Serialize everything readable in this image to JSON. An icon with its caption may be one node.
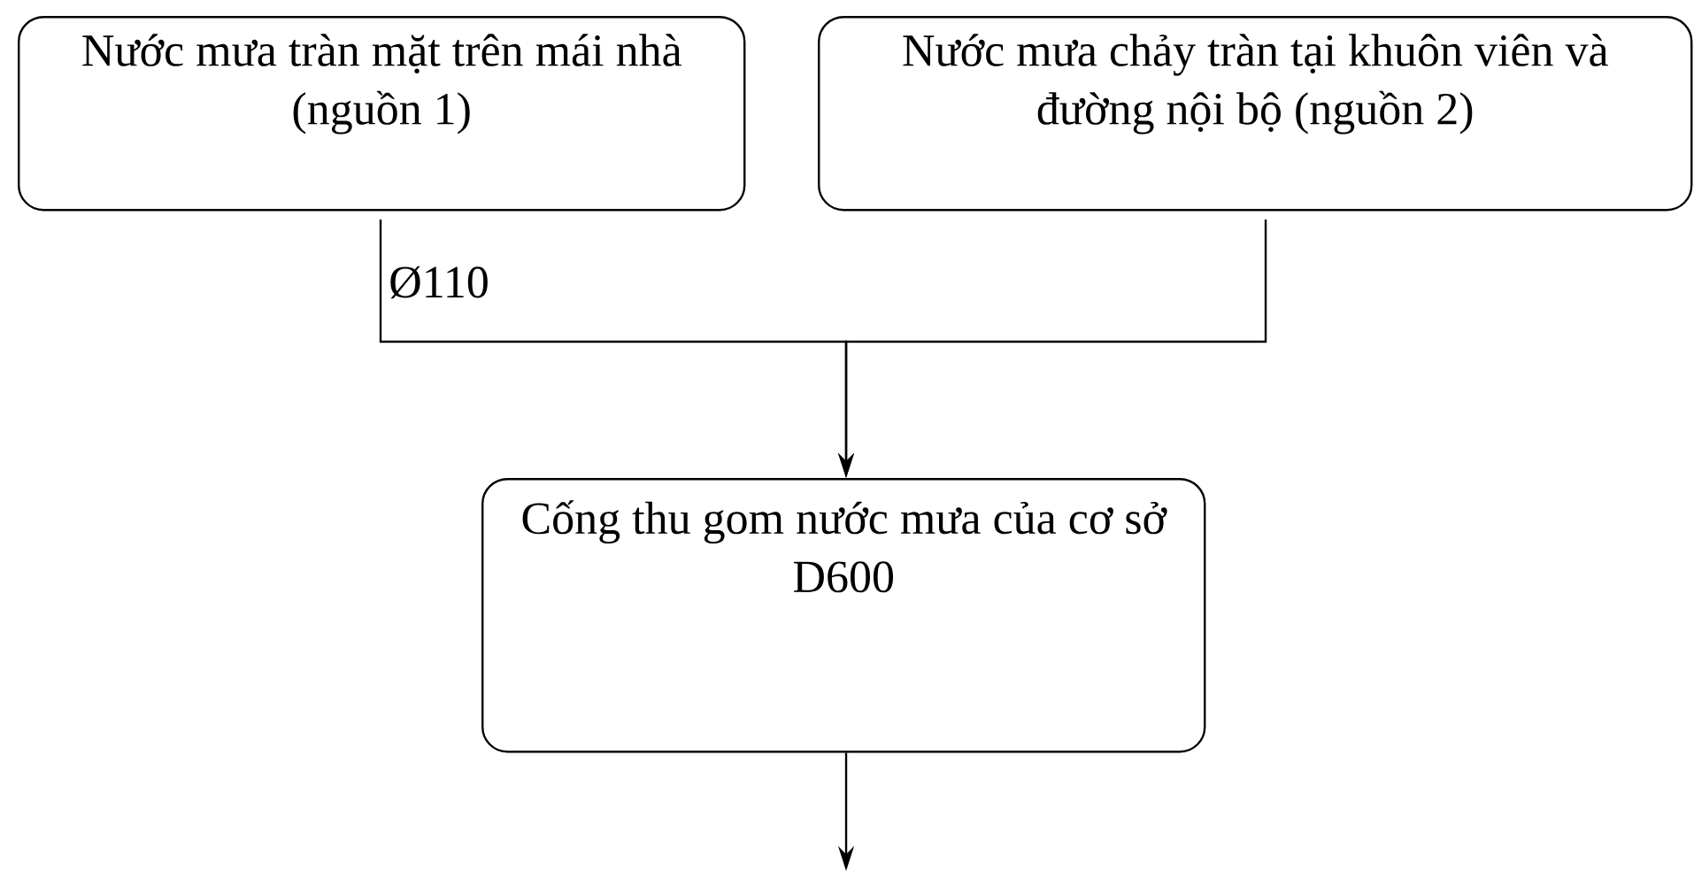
{
  "diagram": {
    "nodes": [
      {
        "text": [
          "Nước mưa tràn mặt trên mái nhà (nguồn 1)"
        ]
      },
      {
        "text": [
          "Nước mưa chảy tràn tại khuôn viên và đường nội bộ (nguồn 2)"
        ]
      },
      {
        "text": [
          "Cống thu gom nước mưa của cơ sở D600"
        ]
      }
    ],
    "edges": [
      {
        "from": 0,
        "to": 2,
        "arrow": "to",
        "label": "Ø110"
      },
      {
        "from": 1,
        "to": 2,
        "arrow": "to"
      },
      {
        "from": 2,
        "to": null,
        "arrow": "to"
      }
    ]
  }
}
